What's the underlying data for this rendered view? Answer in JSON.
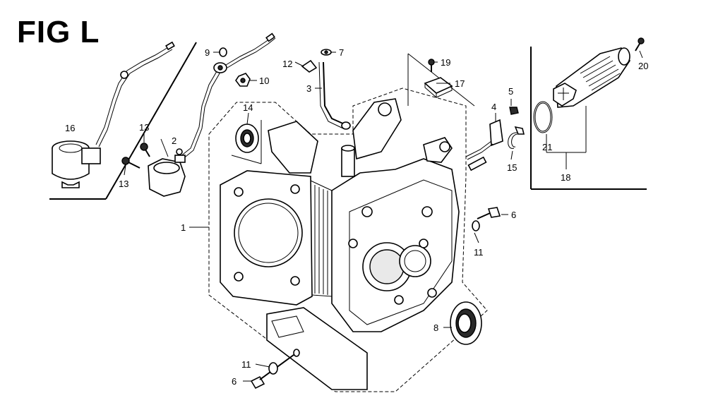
{
  "figure": {
    "title": "FIG L"
  },
  "callouts": {
    "c1": "1",
    "c2": "2",
    "c3": "3",
    "c4": "4",
    "c5": "5",
    "c6a": "6",
    "c6b": "6",
    "c7": "7",
    "c8": "8",
    "c9": "9",
    "c10": "10",
    "c11a": "11",
    "c11b": "11",
    "c12": "12",
    "c13a": "13",
    "c13b": "13",
    "c14": "14",
    "c15": "15",
    "c16": "16",
    "c17": "17",
    "c18": "18",
    "c19": "19",
    "c20": "20",
    "c21": "21"
  }
}
